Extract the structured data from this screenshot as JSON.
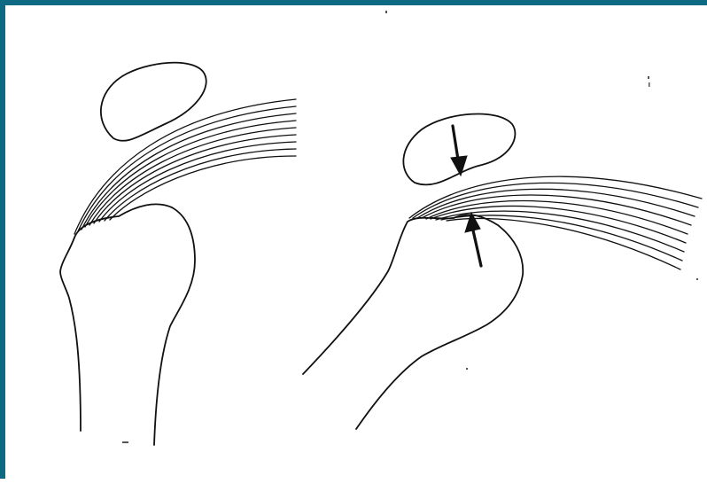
{
  "frame": {
    "border_color": "#0e6a82",
    "background": "#ffffff"
  },
  "panels": [
    {
      "id": "normal",
      "parts": [
        "acromion",
        "supraspinatus-tendon",
        "humeral-head",
        "humerus-shaft"
      ],
      "arrows": 0
    },
    {
      "id": "impingement",
      "parts": [
        "acromion",
        "supraspinatus-tendon",
        "humeral-head",
        "humerus-shaft"
      ],
      "arrows": 2,
      "arrow_directions": [
        "down",
        "up"
      ]
    }
  ]
}
